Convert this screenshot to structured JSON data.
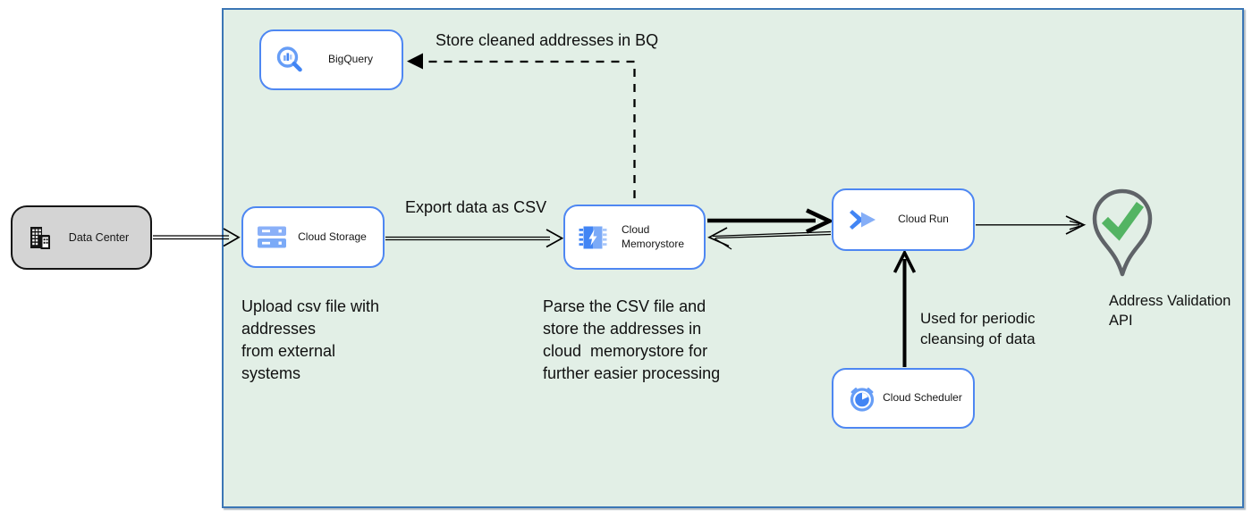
{
  "nodes": {
    "data_center": {
      "label": "Data Center"
    },
    "bigquery": {
      "label": "BigQuery"
    },
    "cloud_storage": {
      "label": "Cloud Storage"
    },
    "cloud_memorystore": {
      "label": "Cloud\nMemorystore"
    },
    "cloud_run": {
      "label": "Cloud Run"
    },
    "cloud_scheduler": {
      "label": "Cloud Scheduler"
    },
    "address_validation": {
      "label": "Address Validation\nAPI"
    }
  },
  "annotations": {
    "store_bq": "Store cleaned addresses in BQ",
    "export_csv": "Export data as CSV",
    "upload_note": "Upload csv file with\naddresses\nfrom external\nsystems",
    "parse_note": "Parse the CSV file and\nstore the addresses in\ncloud  memorystore for\nfurther easier processing",
    "scheduler_note": "Used for periodic\ncleansing of data"
  },
  "icons": {
    "data_center": "building-icon",
    "bigquery": "bigquery-magnifier-icon",
    "cloud_storage": "storage-buckets-icon",
    "cloud_memorystore": "memorystore-chip-icon",
    "cloud_run": "cloud-run-chevrons-icon",
    "cloud_scheduler": "scheduler-alarm-clock-icon",
    "address_validation": "map-pin-check-icon"
  },
  "colors": {
    "container_fill": "#e2efe6",
    "container_border": "#3b76b5",
    "node_border": "#4e87f2",
    "node_fill": "#ffffff",
    "datacenter_fill": "#d4d4d4",
    "datacenter_border": "#141414",
    "icon_blue": "#4285f4",
    "icon_blue_light": "#7baaf7",
    "icon_blue_pale": "#a8c7fa",
    "check_green": "#53b463",
    "pin_gray": "#5f6368",
    "arrow_black": "#000000"
  }
}
